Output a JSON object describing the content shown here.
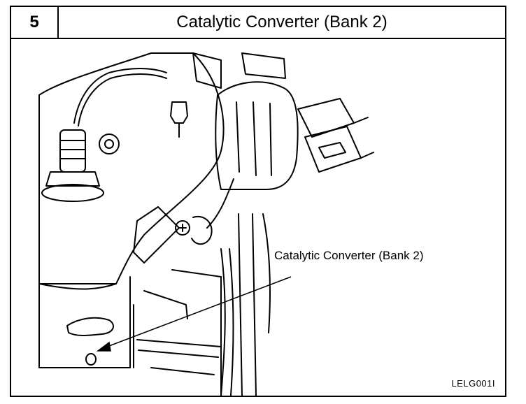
{
  "header": {
    "step_number": "5",
    "title": "Catalytic Converter (Bank 2)"
  },
  "figure": {
    "callout_label": "Catalytic Converter (Bank 2)",
    "figure_code": "LELG001I"
  }
}
